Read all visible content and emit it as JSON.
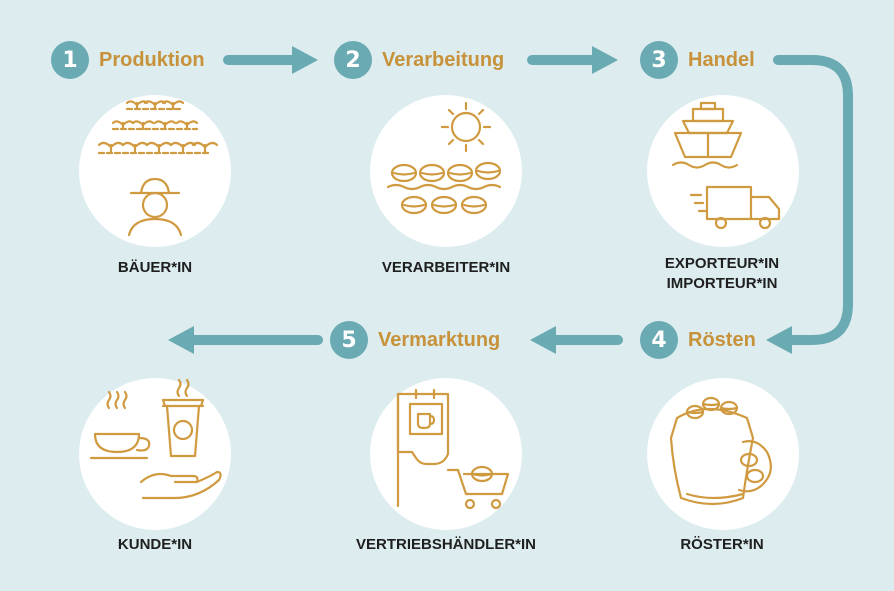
{
  "steps": [
    {
      "number": "1",
      "title": "Produktion",
      "actor": "BÄUER*IN",
      "icon": "farmer-plants-icon"
    },
    {
      "number": "2",
      "title": "Verarbeitung",
      "actor": "VERARBEITER*IN",
      "icon": "sun-drying-beans-icon"
    },
    {
      "number": "3",
      "title": "Handel",
      "actor": "EXPORTEUR*IN",
      "actor2": "IMPORTEUR*IN",
      "icon": "ship-truck-icon"
    },
    {
      "number": "4",
      "title": "Rösten",
      "actor": "RÖSTER*IN",
      "icon": "coffee-sack-icon"
    },
    {
      "number": "5",
      "title": "Vermarktung",
      "actor": "VERTRIEBSHÄNDLER*IN",
      "icon": "shop-cart-icon"
    }
  ],
  "final": {
    "actor": "KUNDE*IN",
    "icon": "coffee-cups-hand-icon"
  },
  "colors": {
    "background": "#dcecef",
    "accent": "#6aaab3",
    "title": "#c7923a",
    "icon": "#d09a40"
  }
}
